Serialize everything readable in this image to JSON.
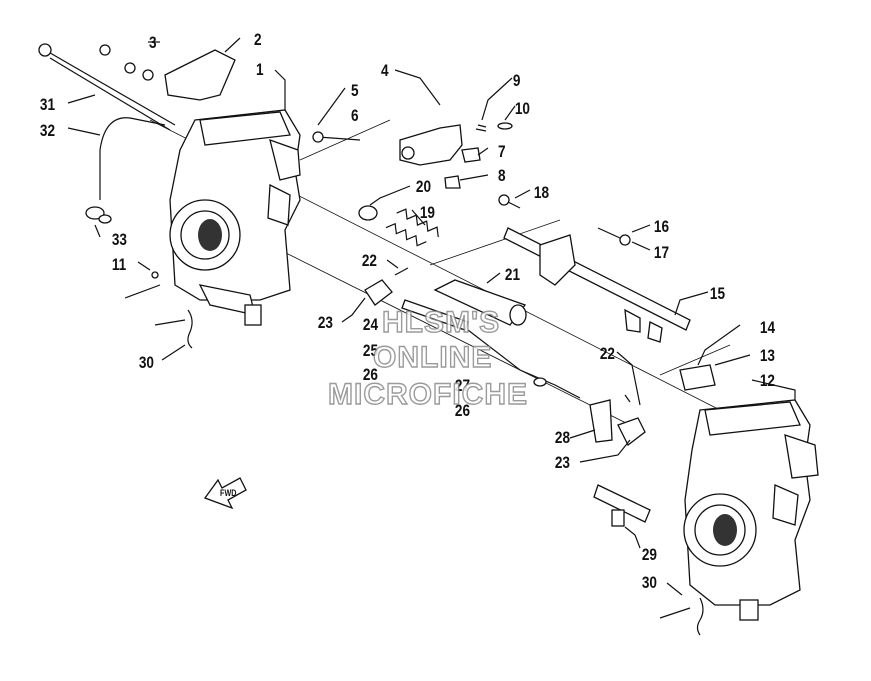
{
  "watermark": {
    "line1": "HLSM'S",
    "line2": "ONLINE",
    "line3": "MICROFICHE"
  },
  "arrow_text": "FWD",
  "labels": {
    "l1": "1",
    "l2": "2",
    "l3": "3",
    "l4": "4",
    "l5": "5",
    "l6": "6",
    "l7": "7",
    "l8": "8",
    "l9": "9",
    "l10": "10",
    "l11": "11",
    "l12": "12",
    "l13": "13",
    "l14": "14",
    "l15": "15",
    "l16": "16",
    "l17": "17",
    "l18": "18",
    "l19": "19",
    "l20": "20",
    "l21": "21",
    "l22a": "22",
    "l22b": "22",
    "l23a": "23",
    "l23b": "23",
    "l24": "24",
    "l25": "25",
    "l26a": "26",
    "l26b": "26",
    "l27": "27",
    "l28": "28",
    "l29": "29",
    "l30a": "30",
    "l30b": "30",
    "l31": "31",
    "l32": "32",
    "l33": "33"
  }
}
